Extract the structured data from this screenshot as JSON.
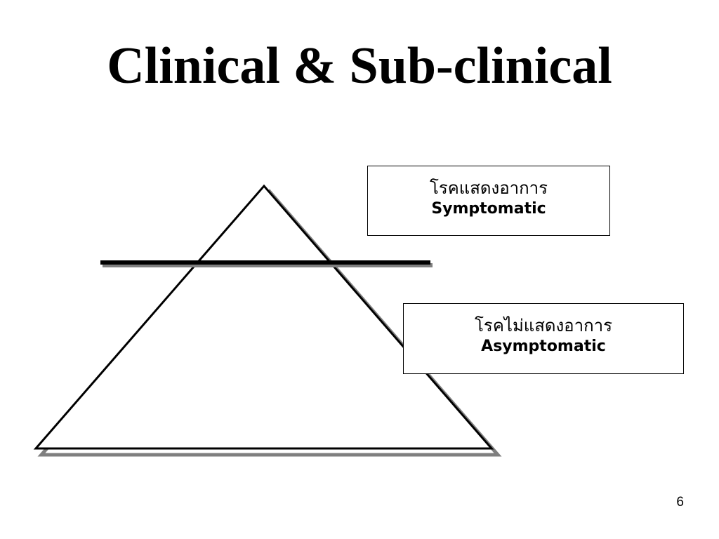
{
  "slide": {
    "title": "Clinical & Sub-clinical",
    "page_number": "6"
  },
  "labels": {
    "symptomatic": {
      "thai": "โรคแสดงอาการ",
      "english": "Symptomatic"
    },
    "asymptomatic": {
      "thai": "โรคไม่แสดงอาการ",
      "english": "Asymptomatic"
    }
  },
  "colors": {
    "line": "#000000",
    "shadow": "#7f7f7f",
    "background": "#ffffff"
  }
}
